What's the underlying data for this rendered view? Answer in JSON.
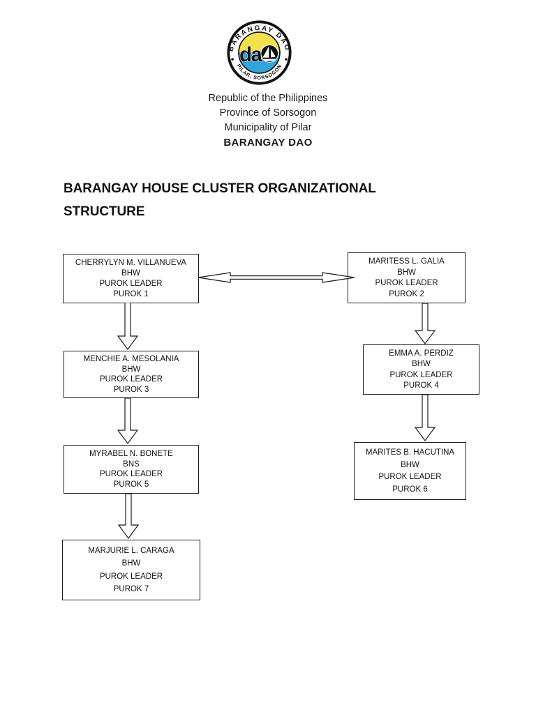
{
  "logo": {
    "arc_top": "BARANGAY DAO",
    "arc_bottom": "PILAR, SORSOGON",
    "monogram": "da",
    "colors": {
      "ring": "#111111",
      "upper_half": "#F2E14C",
      "lower_half": "#2FA5DB"
    }
  },
  "header": {
    "lines": [
      "Republic of the Philippines",
      "Province of Sorsogon",
      "Municipality of Pilar",
      "BARANGAY DAO"
    ]
  },
  "title": "BARANGAY HOUSE CLUSTER ORGANIZATIONAL STRUCTURE",
  "org_chart": {
    "boxes": [
      {
        "name": "CHERRYLYN M. VILLANUEVA",
        "role": "BHW",
        "position": "PUROK LEADER",
        "purok": "PUROK 1"
      },
      {
        "name": "MARITESS L. GALIA",
        "role": "BHW",
        "position": "PUROK LEADER",
        "purok": "PUROK 2"
      },
      {
        "name": "MENCHIE A. MESOLANIA",
        "role": "BHW",
        "position": "PUROK LEADER",
        "purok": "PUROK 3"
      },
      {
        "name": "EMMA A. PERDIZ",
        "role": "BHW",
        "position": "PUROK LEADER",
        "purok": "PUROK 4"
      },
      {
        "name": "MYRABEL N. BONETE",
        "role": "BNS",
        "position": "PUROK LEADER",
        "purok": "PUROK 5"
      },
      {
        "name": "MARITES B. HACUTINA",
        "role": "BHW",
        "position": "PUROK LEADER",
        "purok": "PUROK 6"
      },
      {
        "name": "MARJURIE L. CARAGA",
        "role": "BHW",
        "position": "PUROK LEADER",
        "purok": "PUROK 7"
      }
    ],
    "connections": [
      {
        "from": "PUROK 1",
        "to": "PUROK 2",
        "style": "double-headed-horizontal"
      },
      {
        "from": "PUROK 1",
        "to": "PUROK 3",
        "style": "arrow-down"
      },
      {
        "from": "PUROK 2",
        "to": "PUROK 4",
        "style": "arrow-down"
      },
      {
        "from": "PUROK 3",
        "to": "PUROK 5",
        "style": "arrow-down"
      },
      {
        "from": "PUROK 4",
        "to": "PUROK 6",
        "style": "arrow-down"
      },
      {
        "from": "PUROK 5",
        "to": "PUROK 7",
        "style": "arrow-down"
      }
    ]
  }
}
